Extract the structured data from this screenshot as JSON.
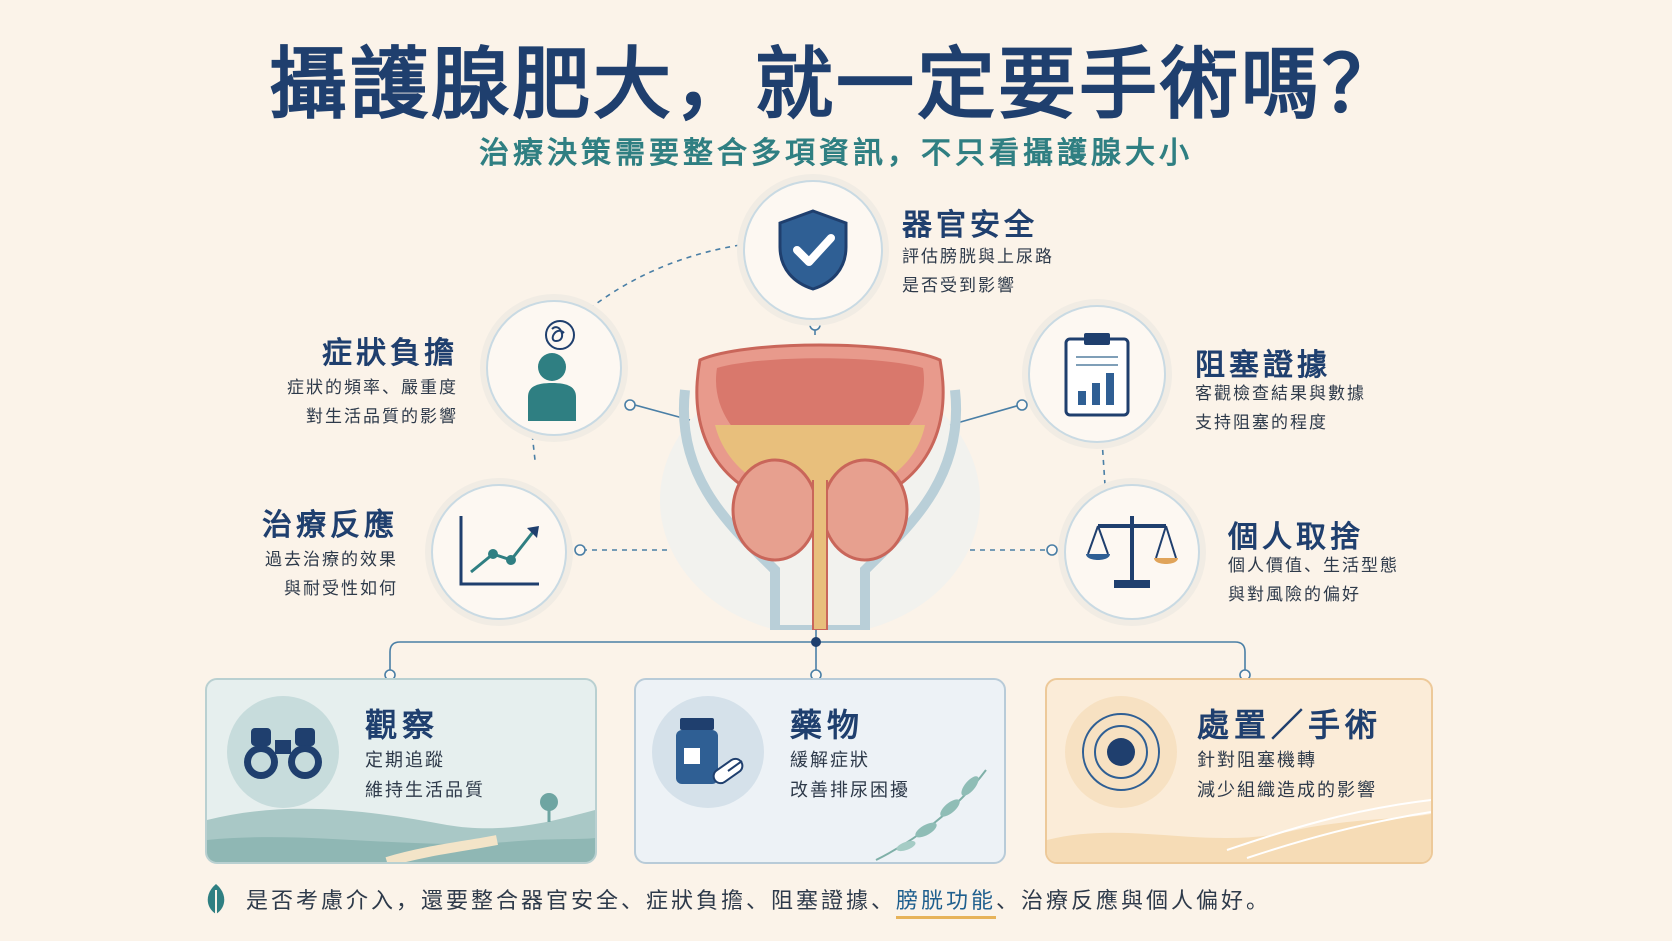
{
  "title": "攝護腺肥大，就一定要手術嗎？",
  "subtitle": "治療決策需要整合多項資訊，不只看攝護腺大小",
  "factors": {
    "organ_safety": {
      "heading": "器官安全",
      "desc1": "評估膀胱與上尿路",
      "desc2": "是否受到影響",
      "icon": "shield-check-icon"
    },
    "symptom_burden": {
      "heading": "症狀負擔",
      "desc1": "症狀的頻率、嚴重度",
      "desc2": "對生活品質的影響",
      "icon": "person-thinking-icon"
    },
    "obstruction_evidence": {
      "heading": "阻塞證據",
      "desc1": "客觀檢查結果與數據",
      "desc2": "支持阻塞的程度",
      "icon": "clipboard-chart-icon"
    },
    "treatment_response": {
      "heading": "治療反應",
      "desc1": "過去治療的效果",
      "desc2": "與耐受性如何",
      "icon": "trend-chart-icon"
    },
    "personal_tradeoffs": {
      "heading": "個人取捨",
      "desc1": "個人價值、生活型態",
      "desc2": "與對風險的偏好",
      "icon": "balance-scale-icon"
    }
  },
  "options": {
    "observation": {
      "heading": "觀察",
      "desc1": "定期追蹤",
      "desc2": "維持生活品質",
      "icon": "binoculars-icon"
    },
    "medication": {
      "heading": "藥物",
      "desc1": "緩解症狀",
      "desc2": "改善排尿困擾",
      "icon": "pill-bottle-icon"
    },
    "procedure": {
      "heading": "處置／手術",
      "desc1": "針對阻塞機轉",
      "desc2": "減少組織造成的影響",
      "icon": "target-icon"
    }
  },
  "footer": {
    "before": "是否考慮介入，還要整合器官安全、症狀負擔、阻塞證據、",
    "highlight": "膀胱功能",
    "after": "、治療反應與個人偏好。",
    "icon": "leaf-icon"
  },
  "colors": {
    "navy": "#1f3f6e",
    "teal": "#2f7f82",
    "accent": "#e7b35a",
    "background": "#fbf3e9"
  }
}
